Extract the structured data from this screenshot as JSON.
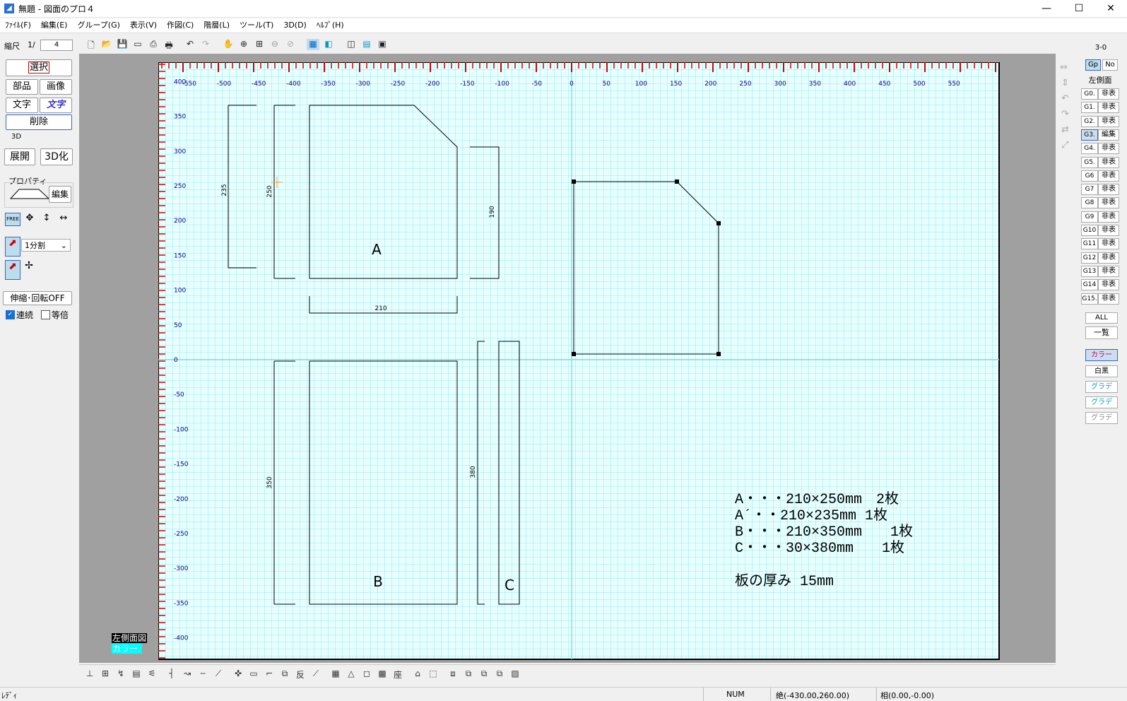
{
  "window": {
    "title": "無題 - 図面のプロ４",
    "minimize": "—",
    "maximize": "☐",
    "close": "✕"
  },
  "menu": [
    "ﾌｧｲﾙ(F)",
    "編集(E)",
    "グループ(G)",
    "表示(V)",
    "作図(C)",
    "階層(L)",
    "ツール(T)",
    "3D(D)",
    "ﾍﾙﾌﾟ(H)"
  ],
  "left": {
    "scale_label": "縮尺",
    "scale_prefix": "1/",
    "scale_value": "4",
    "select": "選択",
    "parts": "部品",
    "image": "画像",
    "text": "文字",
    "text_styled": "文字",
    "delete": "削除",
    "label_3d": "3D",
    "expand": "展開",
    "to3d": "3D化",
    "property": "プロパティ",
    "edit": "編集",
    "free": "FREE",
    "division": "1分割",
    "stretch": "伸縮･回転OFF",
    "continuous": "連続",
    "equal": "等倍"
  },
  "canvas": {
    "view_label": "左側面図",
    "color_label": "カラー",
    "ruler_x": [
      "-550",
      "-500",
      "-450",
      "-400",
      "-350",
      "-300",
      "-250",
      "-200",
      "-150",
      "-100",
      "-50",
      "0",
      "50",
      "100",
      "150",
      "200",
      "250",
      "300",
      "350",
      "400",
      "450",
      "500",
      "550"
    ],
    "ruler_y": [
      "400",
      "350",
      "300",
      "250",
      "200",
      "150",
      "100",
      "50",
      "0",
      "-50",
      "-100",
      "-150",
      "-200",
      "-250",
      "-300",
      "-350",
      "-400"
    ],
    "dims": {
      "d235": "235",
      "d250": "250",
      "d190": "190",
      "d210": "210",
      "d350": "350",
      "d380": "380"
    },
    "parts": {
      "a": "A",
      "b": "B",
      "c": "C"
    },
    "notes": [
      "A・・・210×250mm　2枚",
      "A´・・210×235mm 1枚",
      "B・・・210×350mm　　1枚",
      "C・・・30×380mm　　1枚"
    ],
    "thickness": "板の厚み 15mm"
  },
  "right": {
    "layer_label": "3-0",
    "gp": "Gp",
    "no": "No",
    "view": "左側面",
    "groups": [
      {
        "name": "G0.",
        "state": "非表"
      },
      {
        "name": "G1.",
        "state": "非表"
      },
      {
        "name": "G2.",
        "state": "非表"
      },
      {
        "name": "G3.",
        "state": "編集"
      },
      {
        "name": "G4.",
        "state": "非表"
      },
      {
        "name": "G5.",
        "state": "非表"
      },
      {
        "name": "G6",
        "state": "非表"
      },
      {
        "name": "G7",
        "state": "非表"
      },
      {
        "name": "G8",
        "state": "非表"
      },
      {
        "name": "G9",
        "state": "非表"
      },
      {
        "name": "G10",
        "state": "非表"
      },
      {
        "name": "G11",
        "state": "非表"
      },
      {
        "name": "G12",
        "state": "非表"
      },
      {
        "name": "G13",
        "state": "非表"
      },
      {
        "name": "G14",
        "state": "非表"
      },
      {
        "name": "G15.",
        "state": "非表"
      }
    ],
    "all": "ALL",
    "list": "一覧",
    "color": "カラー",
    "bw": "白黒",
    "grad1": "グラデ",
    "grad2": "グラデ",
    "grad3": "グラデ"
  },
  "status": {
    "ready": "ﾚﾃﾞｨ",
    "num": "NUM",
    "abs": "絶(-430.00,260.00)",
    "rel": "相(0.00,-0.00)"
  },
  "colors": {
    "grid": "#7fe0e8",
    "canvas_bg": "#e8ffff",
    "ruler_red": "#d00000",
    "ruler_blue": "#00008b"
  }
}
